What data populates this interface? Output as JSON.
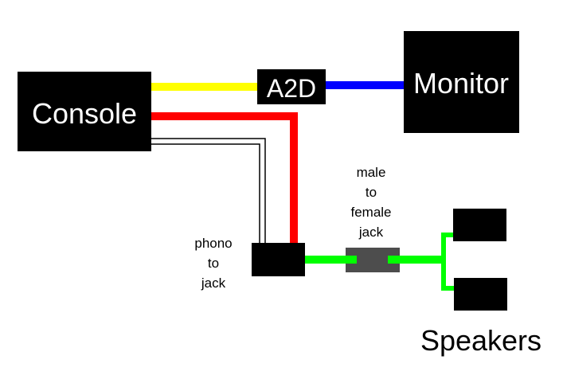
{
  "diagram": {
    "title": "Console audio/video wiring",
    "nodes": {
      "console": {
        "label": "Console"
      },
      "a2d": {
        "label": "A2D"
      },
      "monitor": {
        "label": "Monitor"
      },
      "phono_to_jack": {
        "label_lines": [
          "phono",
          "to",
          "jack"
        ]
      },
      "male_to_female_jack": {
        "label_lines": [
          "male",
          "to",
          "female",
          "jack"
        ]
      },
      "speakers": {
        "label": "Speakers",
        "count": 2
      }
    },
    "connections": [
      {
        "from": "Console",
        "to": "A2D",
        "color": "#ffff00",
        "name": "yellow video cable"
      },
      {
        "from": "A2D",
        "to": "Monitor",
        "color": "#0000ff",
        "name": "blue cable"
      },
      {
        "from": "Console",
        "to": "phono to jack",
        "color": "#ff0000",
        "name": "red audio cable"
      },
      {
        "from": "Console",
        "to": "phono to jack",
        "color": "#ffffff",
        "name": "white audio cable"
      },
      {
        "from": "phono to jack",
        "to": "male to female jack",
        "color": "#00ff00",
        "name": "green cable"
      },
      {
        "from": "male to female jack",
        "to": "Speakers",
        "color": "#00ff00",
        "name": "green speaker split"
      }
    ],
    "colors": {
      "box": "#000000",
      "adapter": "#4d4d4d",
      "yellow": "#ffff00",
      "blue": "#0000ff",
      "red": "#ff0000",
      "green": "#00ff00",
      "white": "#ffffff"
    }
  }
}
